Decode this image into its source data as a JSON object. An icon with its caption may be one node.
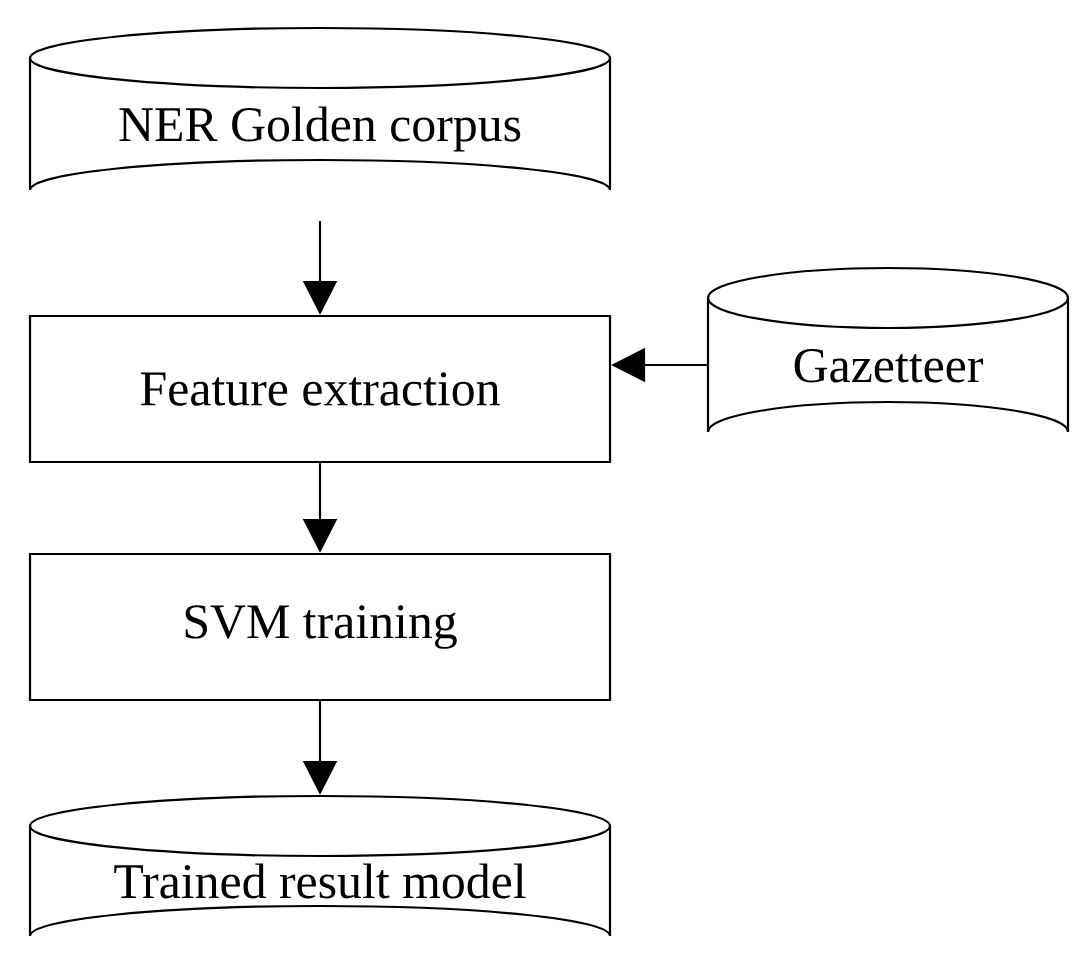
{
  "diagram": {
    "nodes": [
      {
        "text": [
          "NER Golden corpus"
        ]
      },
      {
        "text": [
          "Feature extraction"
        ]
      },
      {
        "text": [
          "Gazetteer"
        ]
      },
      {
        "text": [
          "SVM training"
        ]
      },
      {
        "text": [
          "Trained result model"
        ]
      }
    ],
    "edges": [
      {
        "from": 0,
        "to": 1,
        "arrow": "to"
      },
      {
        "from": 2,
        "to": 1,
        "arrow": "to"
      },
      {
        "from": 1,
        "to": 3,
        "arrow": "to"
      },
      {
        "from": 3,
        "to": 4,
        "arrow": "to"
      }
    ]
  }
}
